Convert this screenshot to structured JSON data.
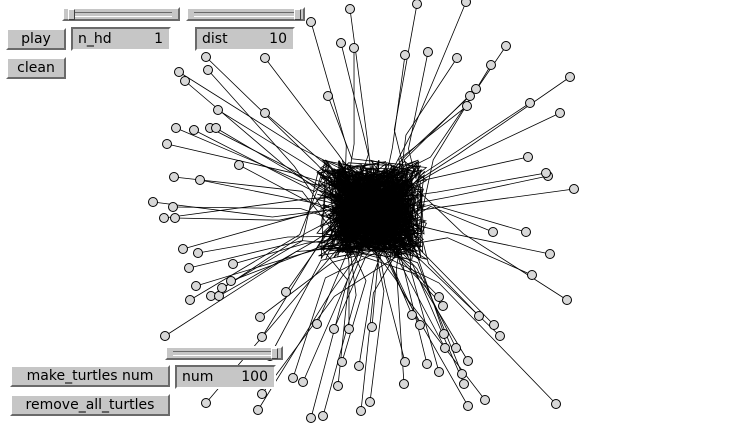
{
  "controls": {
    "play_label": "play",
    "clean_label": "clean",
    "make_turtles_label": "make_turtles num",
    "remove_turtles_label": "remove_all_turtles"
  },
  "fields": {
    "n_hd": {
      "label": "n_hd",
      "value": "1",
      "slider_fraction": 0.0
    },
    "dist": {
      "label": "dist",
      "value": "10",
      "slider_fraction": 1.0
    },
    "num": {
      "label": "num",
      "value": "100",
      "slider_fraction": 1.0
    }
  },
  "canvas": {
    "background": "#ffffff",
    "stroke": "#000000",
    "turtle_fill": "#d8d8d8"
  }
}
